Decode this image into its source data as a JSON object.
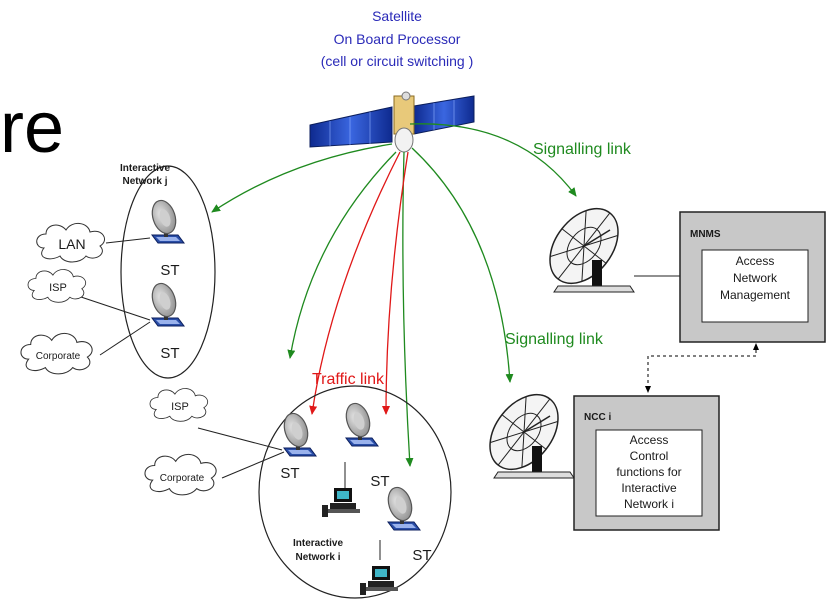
{
  "satellite": {
    "line1": "Satellite",
    "line2": "On Board Processor",
    "line3": "(cell or circuit switching )"
  },
  "title_fragment": "re",
  "links": {
    "signalling_top": "Signalling link",
    "signalling_mid": "Signalling link",
    "traffic": "Traffic link"
  },
  "network_j": {
    "label_line1": "Interactive",
    "label_line2": "Network j",
    "st_a": "ST",
    "st_b": "ST",
    "cloud_lan": "LAN",
    "cloud_isp": "ISP",
    "cloud_corporate": "Corporate"
  },
  "network_i": {
    "label_line1": "Interactive",
    "label_line2": "Network i",
    "st_a": "ST",
    "st_b": "ST",
    "st_c": "ST",
    "cloud_isp": "ISP",
    "cloud_corporate": "Corporate"
  },
  "mnms": {
    "title": "MNMS",
    "line1": "Access",
    "line2": "Network",
    "line3": "Management"
  },
  "ncc": {
    "title": "NCC i",
    "line1": "Access",
    "line2": "Control",
    "line3": "functions for",
    "line4": "Interactive",
    "line5": "Network i"
  },
  "colors": {
    "signalling": "#1f8a1f",
    "traffic": "#e01818",
    "box_fill": "#c8c8c8",
    "panel_blue": "#1a3fb8"
  }
}
